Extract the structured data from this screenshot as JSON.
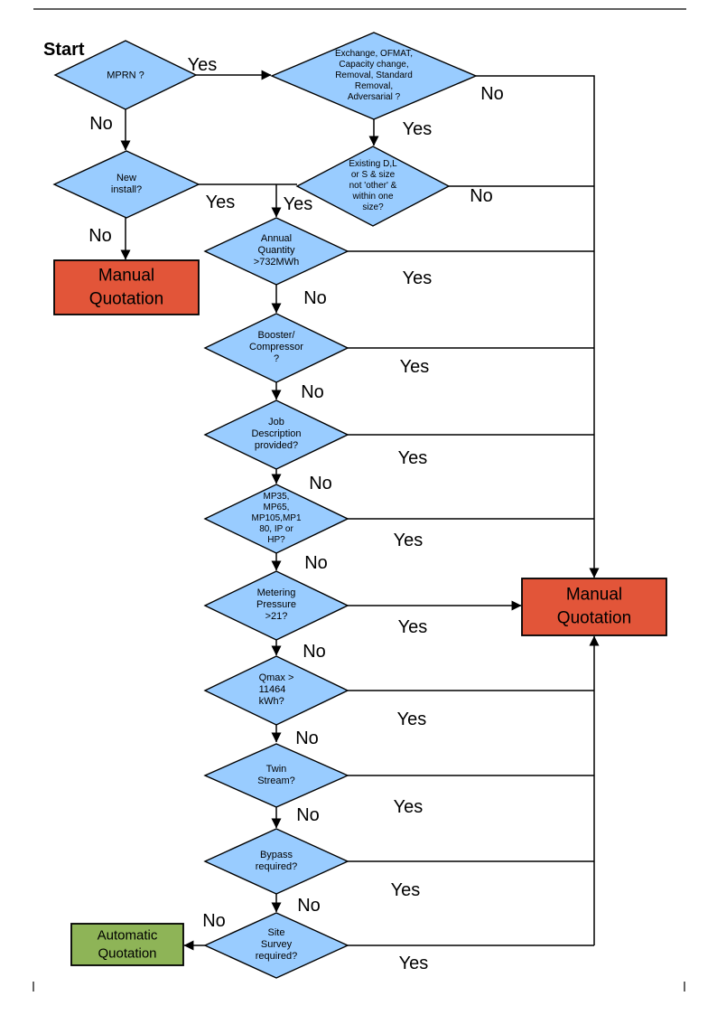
{
  "page": {
    "start_label": "Start"
  },
  "colors": {
    "decision_fill": "#99CCFF",
    "manual_quotation_fill": "#E25539",
    "automatic_quotation_fill": "#8EB457",
    "connector": "#000000"
  },
  "decisions": {
    "mprn": "MPRN ?",
    "exchange": "Exchange, OFMAT,\nCapacity change,\nRemoval, Standard\nRemoval,\nAdversarial ?",
    "new_install": "New\ninstall?",
    "existing_size": "Existing D,L\nor S & size\nnot 'other' &\nwithin one\nsize?",
    "annual_quantity": "Annual\nQuantity\n>732MWh",
    "booster": "Booster/\nCompressor\n?",
    "job_description": "Job\nDescription\nprovided?",
    "meter_type": "MP35,\nMP65,\nMP105,MP1\n80, IP or\nHP?",
    "metering_pressure": "Metering\nPressure\n>21?",
    "qmax": "Qmax >\n11464\nkWh?",
    "twin_stream": "Twin\nStream?",
    "bypass": "Bypass\nrequired?",
    "site_survey": "Site\nSurvey\nrequired?"
  },
  "terminals": {
    "manual_left": "Manual\nQuotation",
    "manual_right": "Manual\nQuotation",
    "automatic": "Automatic\nQuotation"
  },
  "edge_labels": {
    "mprn_yes": "Yes",
    "mprn_no": "No",
    "exchange_yes": "Yes",
    "exchange_no": "No",
    "new_install_yes": "Yes",
    "new_install_no": "No",
    "existing_yes": "Yes",
    "existing_no": "No",
    "annual_yes": "Yes",
    "annual_no": "No",
    "booster_yes": "Yes",
    "booster_no": "No",
    "job_yes": "Yes",
    "job_no": "No",
    "meter_type_yes": "Yes",
    "meter_type_no": "No",
    "pressure_yes": "Yes",
    "pressure_no": "No",
    "qmax_yes": "Yes",
    "qmax_no": "No",
    "twin_yes": "Yes",
    "twin_no": "No",
    "bypass_yes": "Yes",
    "bypass_no": "No",
    "site_yes": "Yes",
    "site_no": "No"
  }
}
